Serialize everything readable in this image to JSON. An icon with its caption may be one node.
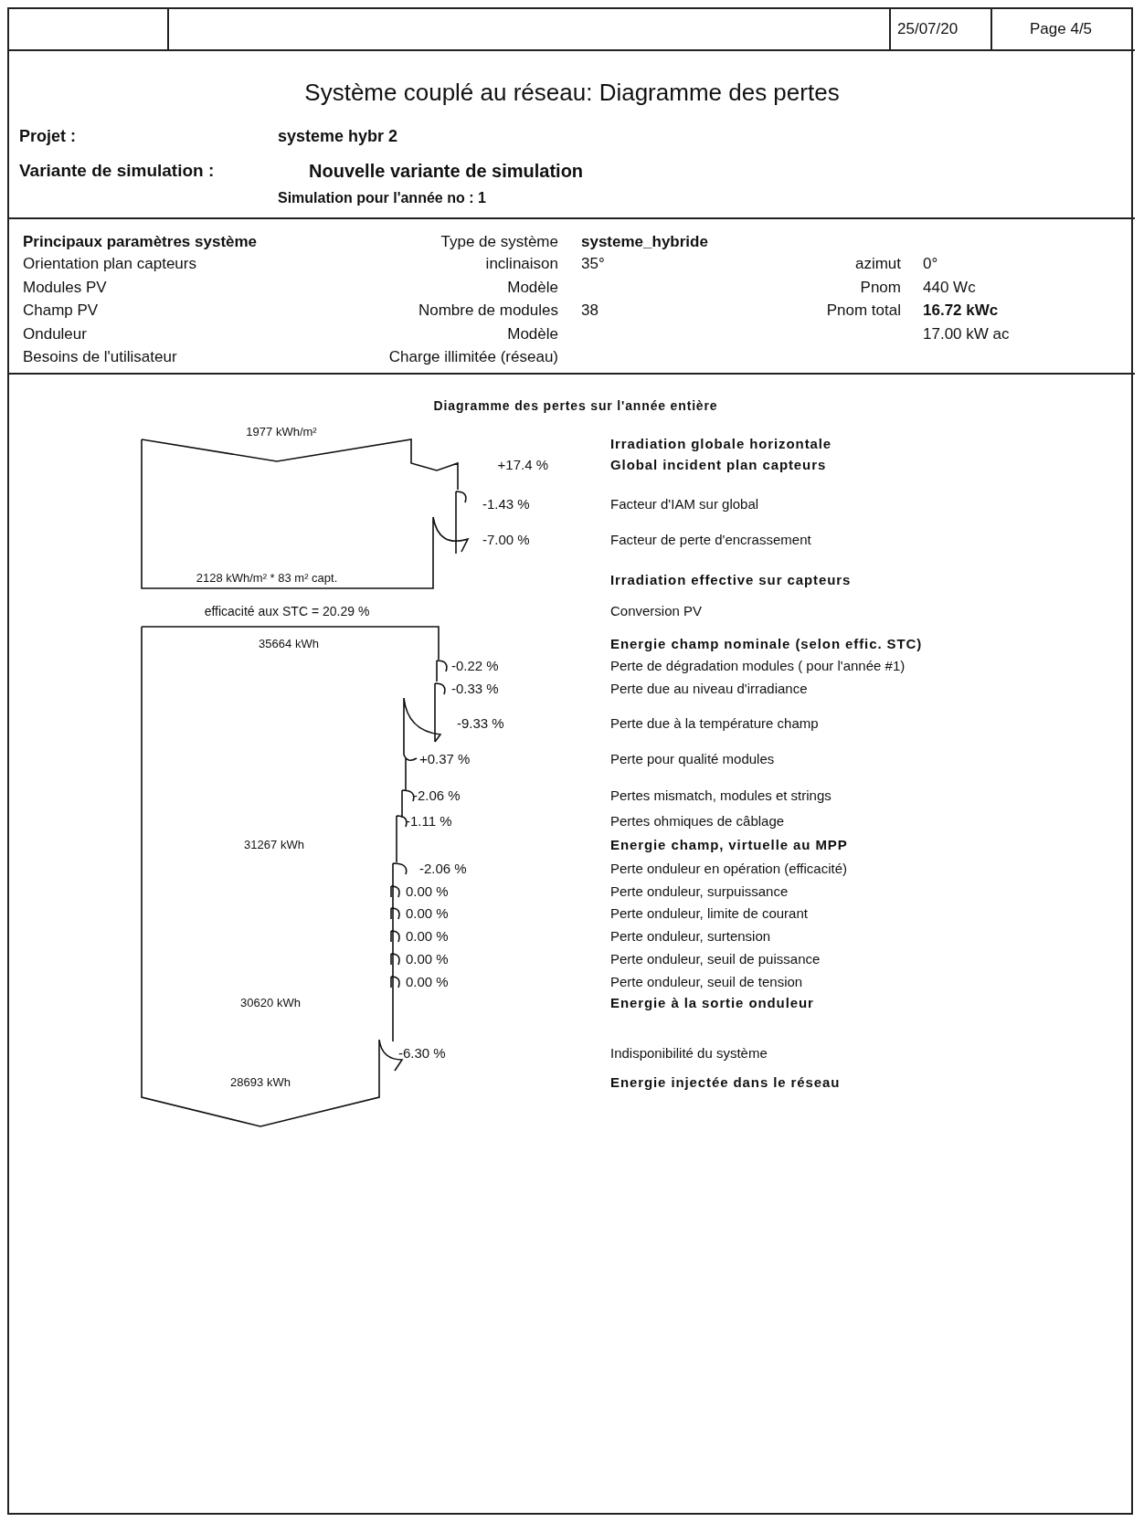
{
  "diagram": {
    "title": "Système couplé au réseau: Diagramme des pertes",
    "labels": [
      "25/07/20",
      "Page 4/5",
      "Projet :",
      "systeme hybr 2",
      "Variante de simulation :",
      "Nouvelle variante de simulation",
      "Simulation pour l'année no : 1",
      "Principaux paramètres système",
      "Type de système",
      "systeme_hybride",
      "Orientation plan capteurs",
      "inclinaison",
      "35°",
      "azimut",
      "0°",
      "Modules PV",
      "Modèle",
      "Pnom",
      "440 Wc",
      "Champ PV",
      "Nombre de modules",
      "38",
      "Pnom total",
      "16.72 kWc",
      "Onduleur",
      "Modèle",
      "17.00 kW ac",
      "Besoins de l'utilisateur",
      "Charge illimitée (réseau)",
      "Diagramme des pertes sur l'année entière",
      "1977 kWh/m²",
      "Irradiation globale horizontale",
      "+17.4 %",
      "Global incident plan capteurs",
      "-1.43 %",
      "Facteur d'IAM sur global",
      "-7.00 %",
      "Facteur de perte d'encrassement",
      "2128 kWh/m² * 83 m² capt.",
      "Irradiation effective sur capteurs",
      "efficacité aux STC = 20.29 %",
      "Conversion PV",
      "35664 kWh",
      "Energie champ nominale (selon effic. STC)",
      "-0.22 %",
      "Perte de dégradation modules ( pour l'année #1)",
      "-0.33 %",
      "Perte due au niveau d'irradiance",
      "-9.33 %",
      "Perte due à la température champ",
      "+0.37 %",
      "Perte pour qualité modules",
      "-2.06 %",
      "Pertes mismatch, modules et strings",
      "-1.11 %",
      "Pertes ohmiques de câblage",
      "31267 kWh",
      "Energie champ, virtuelle au MPP",
      "-2.06 %",
      "Perte onduleur en opération (efficacité)",
      "0.00 %",
      "Perte onduleur, surpuissance",
      "0.00 %",
      "Perte onduleur, limite de courant",
      "0.00 %",
      "Perte onduleur, surtension",
      "0.00 %",
      "Perte onduleur, seuil de puissance",
      "0.00 %",
      "Perte onduleur, seuil de tension",
      "30620 kWh",
      "Energie à la sortie onduleur",
      "-6.30 %",
      "Indisponibilité du système",
      "28693 kWh",
      "Energie injectée dans le réseau"
    ]
  }
}
